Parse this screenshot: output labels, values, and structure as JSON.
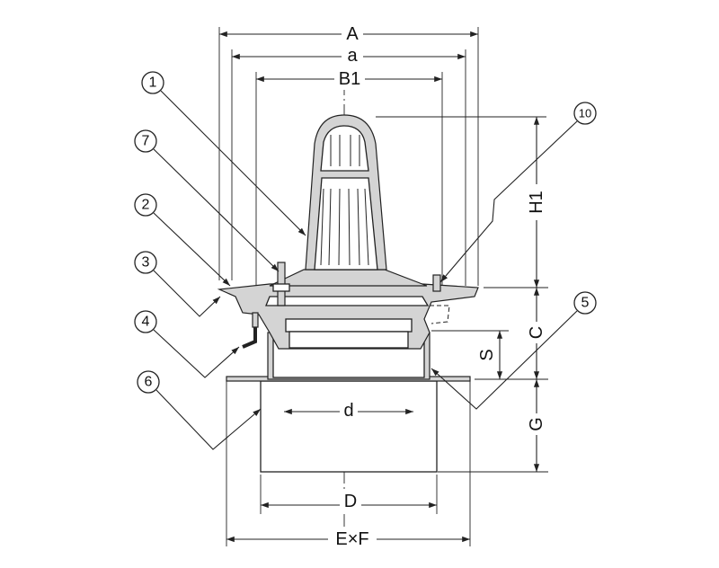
{
  "dimensions": {
    "A": "A",
    "a": "a",
    "B1": "B1",
    "H1": "H1",
    "C": "C",
    "S": "S",
    "G": "G",
    "d": "d",
    "D": "D",
    "EF": "E×F"
  },
  "parts": {
    "p1": "1",
    "p2": "2",
    "p3": "3",
    "p4": "4",
    "p5": "5",
    "p6": "6",
    "p7": "7",
    "p10": "10"
  },
  "colors": {
    "line": "#222222",
    "shade": "#d4d4d4"
  }
}
